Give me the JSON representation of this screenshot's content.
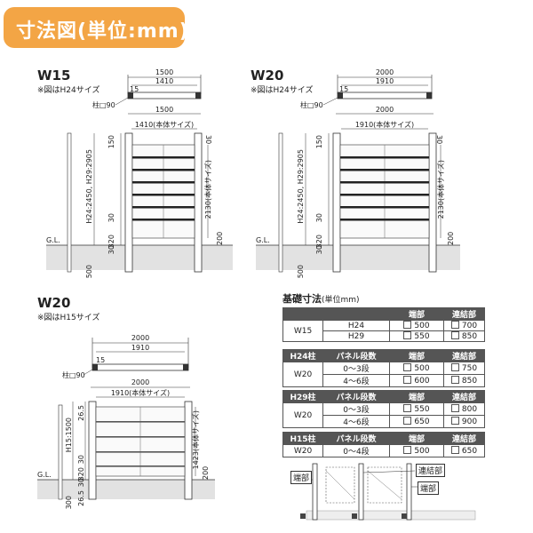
{
  "title": "寸法図(単位:mm)",
  "sections": [
    {
      "heading": "W15",
      "note": "※図はH24サイズ"
    },
    {
      "heading": "W20",
      "note": "※図はH24サイズ"
    },
    {
      "heading": "W20",
      "note": "※図はH15サイズ"
    }
  ],
  "w15": {
    "top_overall": "1500",
    "top_inner": "1410",
    "top_depth": "15",
    "post": "柱□90",
    "front_overall": "1500",
    "front_inner": "1410(本体サイズ)",
    "top_gap": "30",
    "left_heights": [
      "150",
      "30",
      "320",
      "30"
    ],
    "h_total": "H24:2450, H29:2905",
    "body_height": "2130(本体サイズ)",
    "ground_clear": "200",
    "gl": "G.L.",
    "embed": "500"
  },
  "w20a": {
    "top_overall": "2000",
    "top_inner": "1910",
    "top_depth": "15",
    "post": "柱□90",
    "front_overall": "2000",
    "front_inner": "1910(本体サイズ)",
    "top_gap": "30",
    "left_heights": [
      "150",
      "30",
      "320",
      "30"
    ],
    "h_total": "H24:2450, H29:2905",
    "body_height": "2130(本体サイズ)",
    "ground_clear": "200",
    "gl": "G.L.",
    "embed": "500"
  },
  "w20b": {
    "top_overall": "2000",
    "top_inner": "1910",
    "top_depth": "15",
    "post": "柱□90",
    "front_overall": "2000",
    "front_inner": "1910(本体サイズ)",
    "left_heights": [
      "26.5",
      "30",
      "320",
      "30",
      "26.5"
    ],
    "h_total": "H15:1500",
    "body_height": "1423(本体サイズ)",
    "ground_clear": "200",
    "gl": "G.L.",
    "embed": "300"
  },
  "foundation": {
    "title": "基礎寸法",
    "unit": "(単位mm)",
    "table1": {
      "headers": [
        "",
        "",
        "端部",
        "連結部"
      ],
      "rows": [
        {
          "label": "W15",
          "size": "H24",
          "end": "500",
          "joint": "700"
        },
        {
          "label": "",
          "size": "H29",
          "end": "550",
          "joint": "850"
        }
      ]
    },
    "table2": {
      "headers": [
        "H24柱",
        "パネル段数",
        "端部",
        "連結部"
      ],
      "rows": [
        {
          "label": "W20",
          "size": "0〜3段",
          "end": "500",
          "joint": "750"
        },
        {
          "label": "",
          "size": "4〜6段",
          "end": "600",
          "joint": "850"
        }
      ]
    },
    "table3": {
      "headers": [
        "H29柱",
        "パネル段数",
        "端部",
        "連結部"
      ],
      "rows": [
        {
          "label": "W20",
          "size": "0〜3段",
          "end": "550",
          "joint": "800"
        },
        {
          "label": "",
          "size": "4〜6段",
          "end": "650",
          "joint": "900"
        }
      ]
    },
    "table4": {
      "headers": [
        "H15柱",
        "パネル段数",
        "端部",
        "連結部"
      ],
      "rows": [
        {
          "label": "W20",
          "size": "0〜4段",
          "end": "500",
          "joint": "650"
        }
      ]
    },
    "legend_end": "端部",
    "legend_joint": "連結部",
    "legend_end2": "端部"
  }
}
